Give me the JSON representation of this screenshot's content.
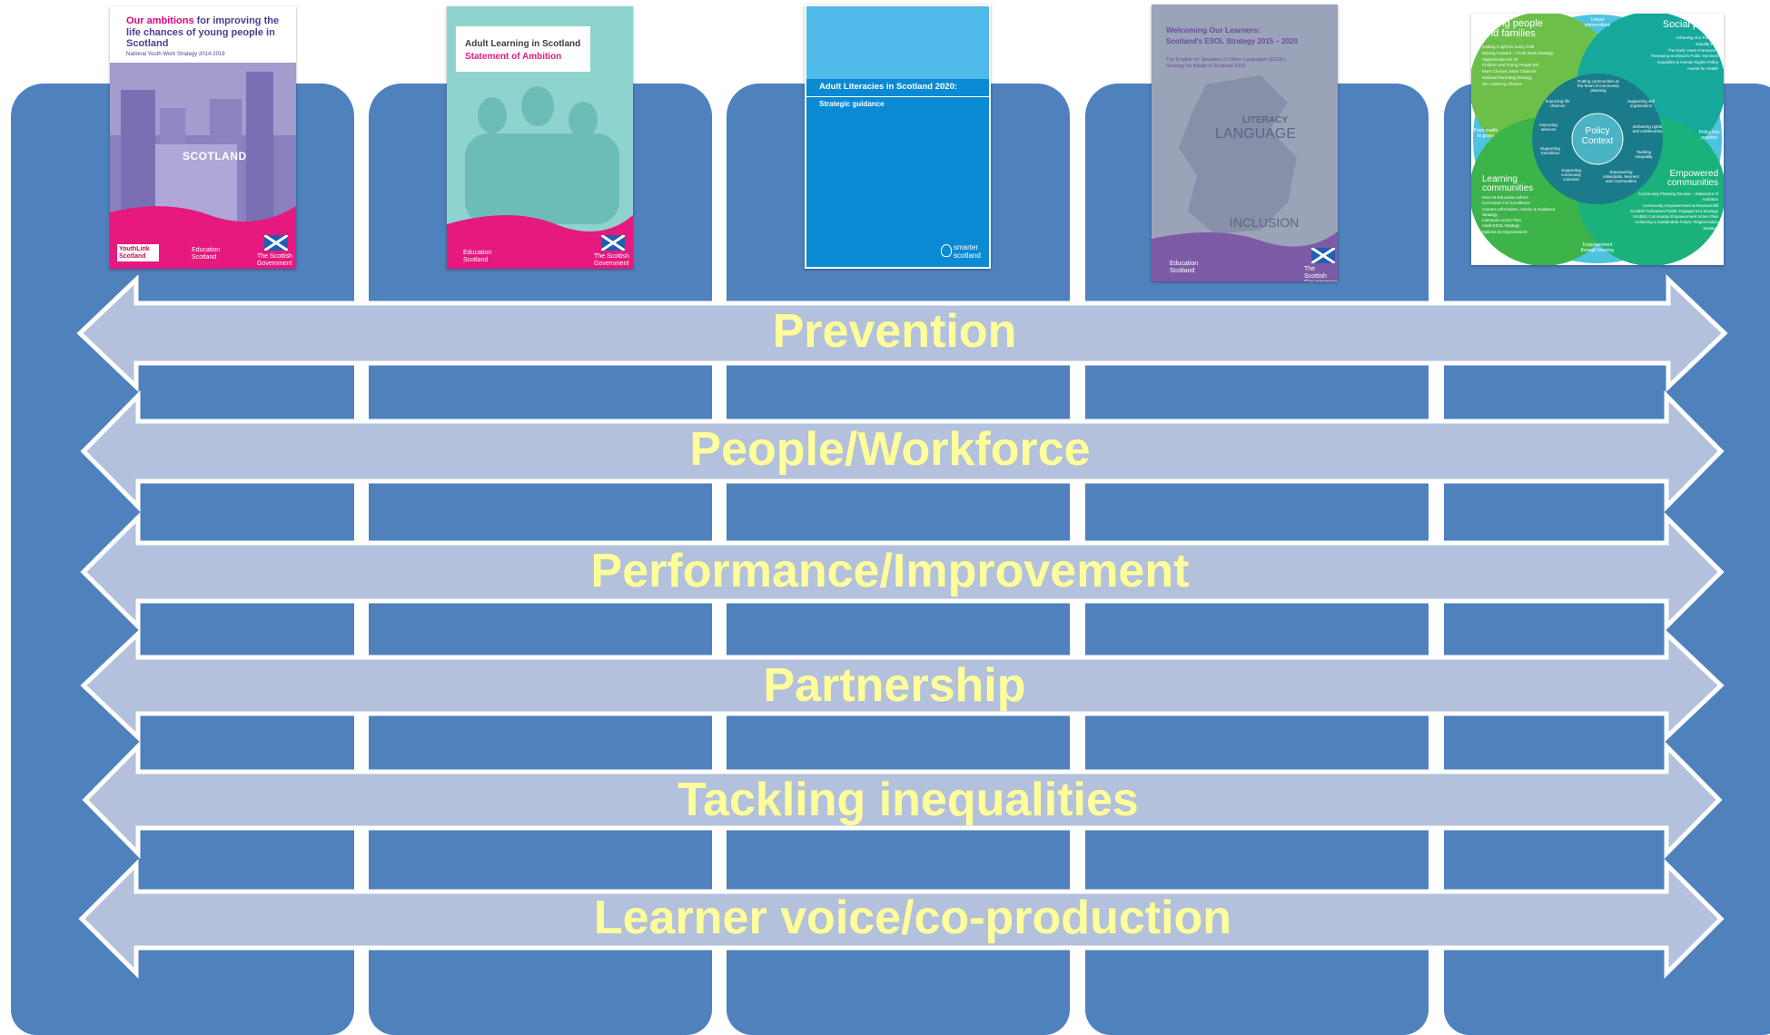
{
  "columns": [
    "col1",
    "col2",
    "col3",
    "col4",
    "col5"
  ],
  "bands": [
    {
      "label": "Prevention"
    },
    {
      "label": "People/Workforce"
    },
    {
      "label": "Performance/Improvement"
    },
    {
      "label": "Partnership"
    },
    {
      "label": "Tackling inequalities"
    },
    {
      "label": "Learner voice/co-production"
    }
  ],
  "covers": {
    "youth": {
      "title_pink": "Our ambitions",
      "title_rest": " for improving the life chances of young people in Scotland",
      "subtitle": "National Youth Work Strategy 2014-2019",
      "wordcloud": "SCOTLAND",
      "logo1": "YouthLink Scotland",
      "logo2": "Education Scotland",
      "logo3": "The Scottish Government"
    },
    "adult": {
      "title1": "Adult Learning in Scotland",
      "title2": "Statement of Ambition",
      "logo1": "Education Scotland",
      "logo2": "The Scottish Government"
    },
    "literacies": {
      "title": "Adult Literacies in Scotland 2020:",
      "subtitle": "Strategic guidance",
      "logo": "smarter scotland"
    },
    "esol": {
      "title1": "Welcoming Our Learners:",
      "title2": "Scotland's ESOL Strategy 2015 – 2020",
      "subtitle": "The English for Speakers of Other Languages (ESOL) Strategy for Adults in Scotland 2015",
      "word1": "LITERACY",
      "word2": "LANGUAGE",
      "word3": "INCLUSION",
      "logo1": "Education Scotland",
      "logo2": "The Scottish Government"
    },
    "policy": {
      "tl_heading": "Young people and families",
      "tr_heading": "Social policy",
      "bl_heading": "Learning communities",
      "br_heading": "Empowered communities",
      "center": "Policy Context",
      "top": "Linked interventions",
      "left": "From cradle to grave",
      "right": "Policy into practice",
      "bottom": "Empowerment through learning",
      "ring": [
        "Improving life chances",
        "Putting communities at the heart of community planning",
        "Supporting self organisation",
        "Delivering rights and entitlements",
        "Tackling inequality",
        "Empowering individuals, learners and communities",
        "Supporting community cohesion",
        "Supporting transitions",
        "Improving services"
      ],
      "tl_items": [
        "Getting it right for every child",
        "Moving Forward – Youth Work Strategy",
        "Opportunities for All",
        "Children and Young People Bill",
        "More Choices, More Chances",
        "National Parenting Strategy",
        "16+ Learning Choices"
      ],
      "tr_items": [
        "Achieving Our Potential",
        "Equally Well",
        "The Early Years Framework",
        "Renewing Scotland's Public Services",
        "Equalities & Human Rights Policy",
        "Assets for Health"
      ],
      "bl_items": [
        "Post-16 Education reform",
        "Curriculum For Excellence",
        "Careers Information, Advice & Guidance Strategy",
        "Literacies Action Plan",
        "Adult ESOL Strategy",
        "Options for Improvement"
      ],
      "br_items": [
        "Community Planning Review – Statement of Ambition",
        "Community Empowerment & Renewal Bill",
        "Scottish Parliament Public Engagement Strategy",
        "Scottish Community Empowerment Action Plan",
        "Achieving a Sustainable Future: Regeneration Strategy"
      ]
    }
  },
  "colors": {
    "column": "#4f81bd",
    "arrow_fill": "#b3c1dd",
    "arrow_stroke": "#ffffff",
    "label": "#ffff99"
  }
}
